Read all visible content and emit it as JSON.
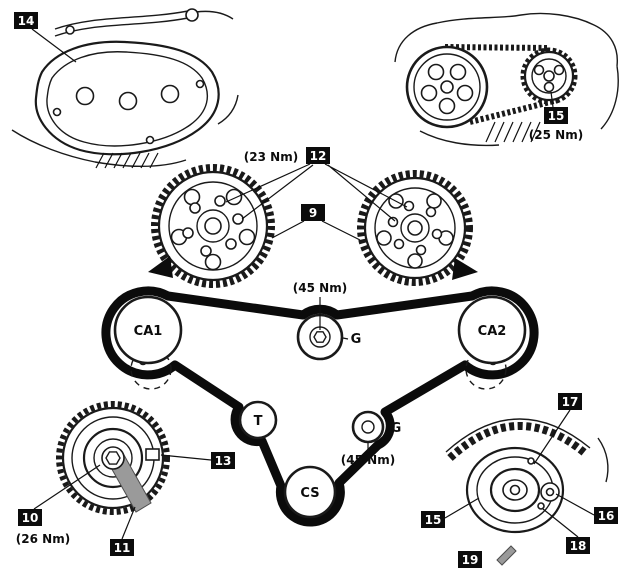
{
  "diagram": {
    "callouts": {
      "n9": "9",
      "n10": "10",
      "n11": "11",
      "n12": "12",
      "n13": "13",
      "n14": "14",
      "n15_top": "15",
      "n15_bottom": "15",
      "n16": "16",
      "n17": "17",
      "n18": "18",
      "n19": "19"
    },
    "torques": {
      "cam_sprocket_bolts": "(23 Nm)",
      "guide_pulley_top": "(45 Nm)",
      "guide_pulley_lower": "(45 Nm)",
      "crank_pulley": "(25 Nm)",
      "tensioner_bolt": "(26 Nm)"
    },
    "pulleys": {
      "ca1": "CA1",
      "ca2": "CA2",
      "guide_top": "G",
      "guide_lower": "G",
      "tensioner": "T",
      "crankshaft": "CS"
    }
  }
}
